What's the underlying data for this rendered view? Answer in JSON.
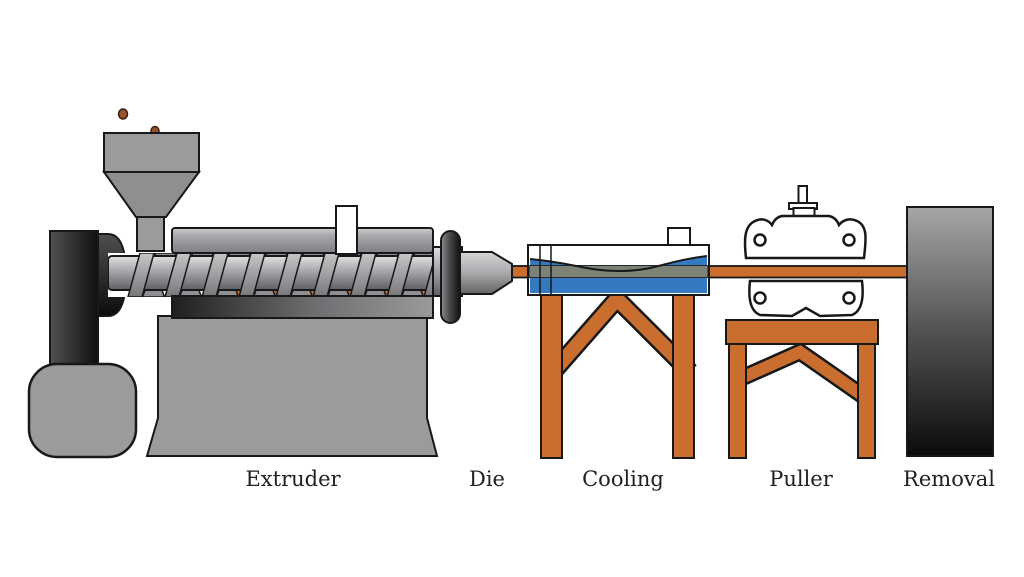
{
  "process": {
    "stages": [
      {
        "id": "extruder",
        "label": "Extruder"
      },
      {
        "id": "die",
        "label": "Die"
      },
      {
        "id": "cooling",
        "label": "Cooling"
      },
      {
        "id": "puller",
        "label": "Puller"
      },
      {
        "id": "removal",
        "label": "Removal"
      }
    ]
  },
  "colors": {
    "background": "#ffffff",
    "machine_gray": "#9b9b9d",
    "heater_orange": "#c96e2f",
    "water_blue": "#3579c0",
    "strand_cooled": "#7d8279",
    "outline": "#17181a",
    "label_text": "#202124"
  }
}
